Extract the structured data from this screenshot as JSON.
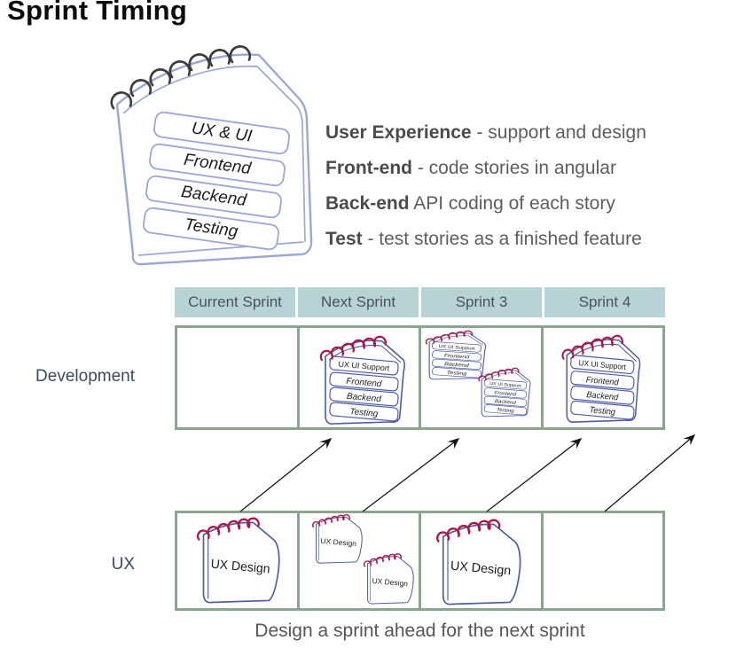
{
  "title": "Sprint Timing",
  "hero_pad": {
    "lines": [
      "UX & UI",
      "Frontend",
      "Backend",
      "Testing"
    ]
  },
  "legend": {
    "items": [
      {
        "term": "User Experience",
        "rest": " - support and design"
      },
      {
        "term": "Front-end",
        "rest": " - code stories in angular"
      },
      {
        "term": "Back-end",
        "rest": " API coding of each story"
      },
      {
        "term": "Test",
        "rest": " - test stories as a finished feature"
      }
    ]
  },
  "table": {
    "headers": [
      "Current Sprint",
      "Next Sprint",
      "Sprint 3",
      "Sprint 4"
    ],
    "rows": [
      {
        "label": "Development"
      },
      {
        "label": "UX"
      }
    ]
  },
  "pads": {
    "dev": {
      "lines": [
        "UX UI Support",
        "Frontend",
        "Backend",
        "Testing"
      ]
    },
    "ux": {
      "label": "UX Design"
    }
  },
  "caption": "Design a sprint ahead for the next sprint",
  "colors": {
    "title_text": "#0c0c0c",
    "body_text": "#5d5d5d",
    "label_text": "#3c4a59",
    "header_bg": "#b7d3d6",
    "header_text": "#4a5257",
    "table_border": "#8aa68c",
    "pad_outline": "#4d5ca6",
    "hero_outline": "#9aa7d7",
    "spiral_red": "#ad1745",
    "spiral_dark": "#3d3d3d",
    "arrow_color": "#161616",
    "pad_text": "#1c1c1c"
  }
}
